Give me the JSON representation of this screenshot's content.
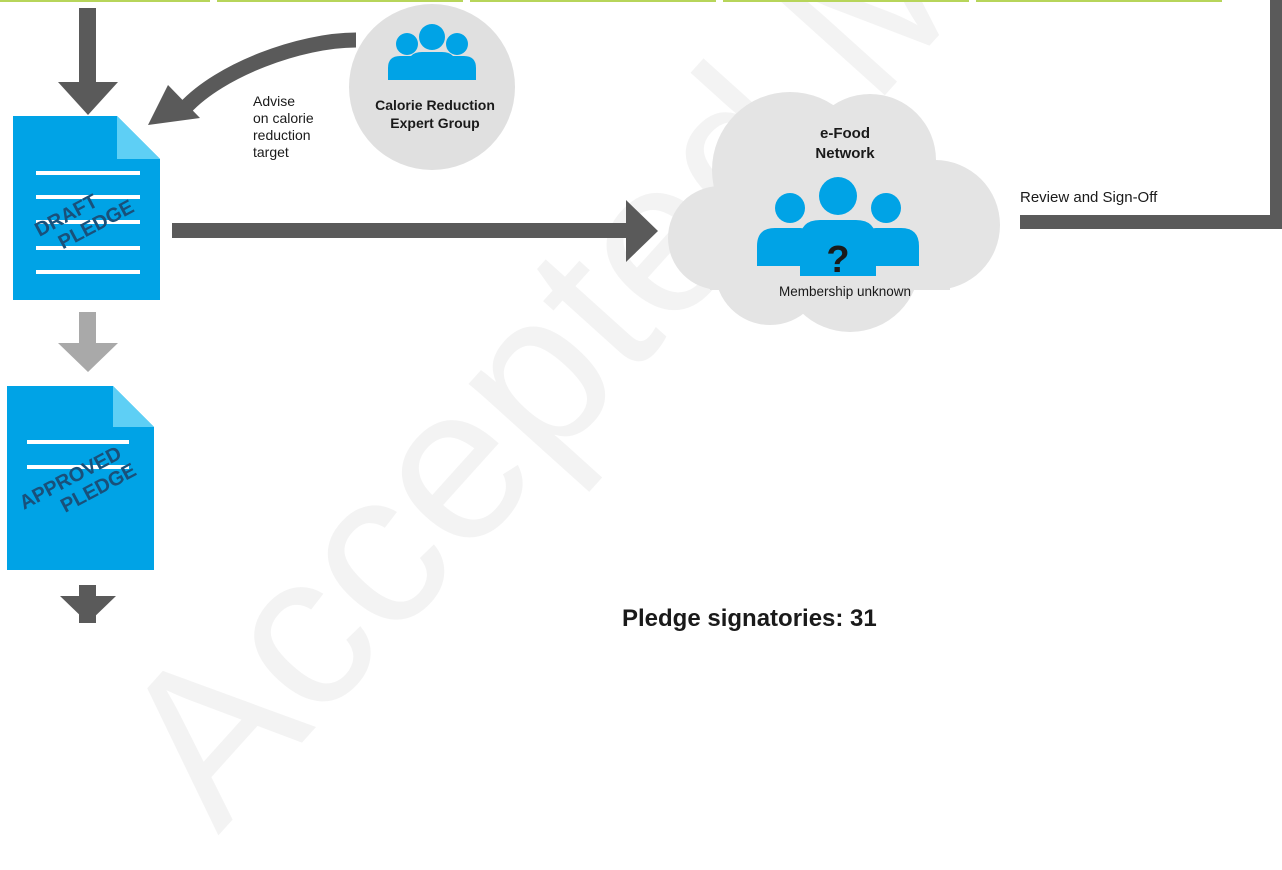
{
  "watermark": {
    "text": "Accepted Ma"
  },
  "nodes": {
    "draft_pledge": {
      "stamp_line1": "DRAFT",
      "stamp_line2": "PLEDGE"
    },
    "approved_pledge": {
      "stamp_line1": "APPROVED",
      "stamp_line2": "PLEDGE"
    },
    "expert_group": {
      "label": "Calorie Reduction\nExpert Group"
    },
    "network": {
      "title": "e-Food\nNetwork",
      "symbol": "?",
      "caption": "Membership unknown"
    }
  },
  "edges": {
    "advise": "Advise\non calorie\nreduction\ntarget",
    "review": "Review and Sign-Off"
  },
  "footer": {
    "signatories": "Pledge signatories: 31"
  },
  "colors": {
    "accent_blue": "#00a3e6",
    "doc_corner": "#5ecff5",
    "arrow_dark": "#5a5a5a",
    "arrow_light": "#a9a9a9",
    "circle_grey": "#e0e0e0",
    "cloud_grey": "#e4e4e4",
    "top_band": "#b7d55a",
    "stamp_text": "#19507a"
  },
  "icons": [
    "people-group-icon",
    "document-icon",
    "question-icon"
  ]
}
